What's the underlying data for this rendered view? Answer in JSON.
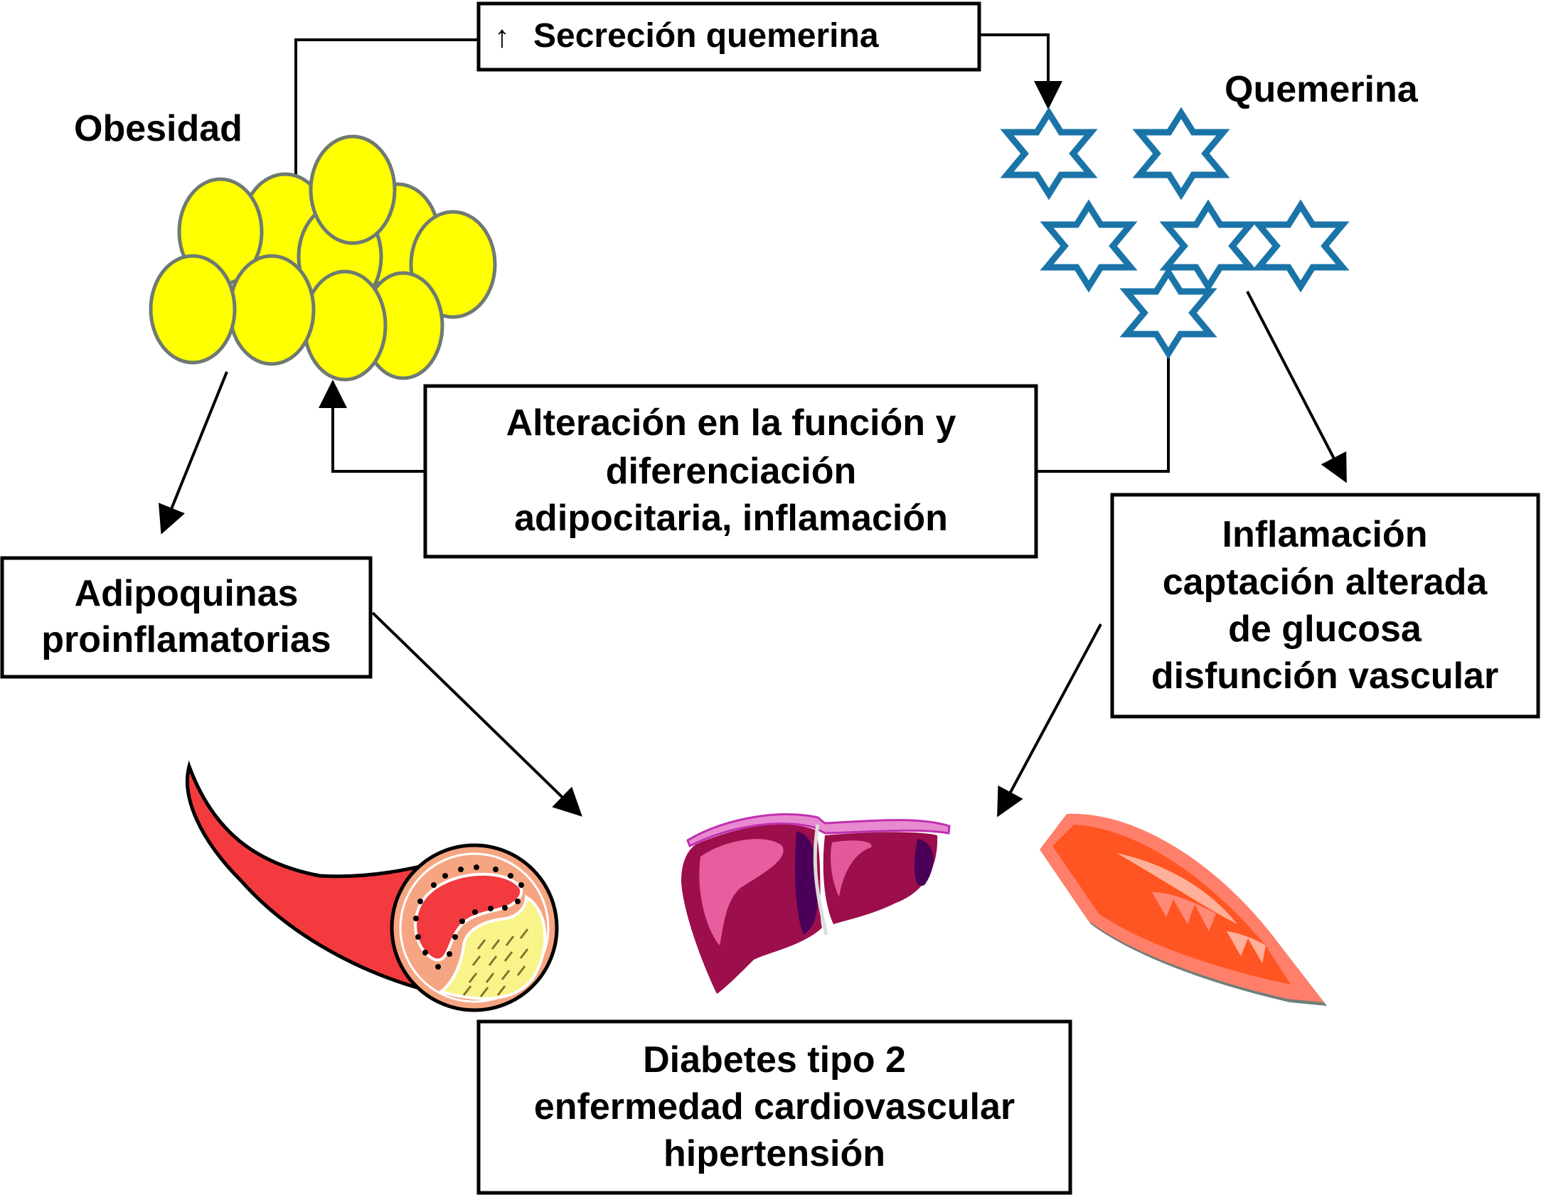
{
  "colors": {
    "adipocyte_fill": "#ffff00",
    "adipocyte_stroke": "#6e7a72",
    "chemerin_star": "#1a74a8",
    "vessel_red": "#f33a3f",
    "vessel_wall": "#f6a582",
    "plaque_yellow": "#f8f48a",
    "liver_main": "#9c0e4c",
    "liver_highlight": "#f067a8",
    "liver_shadow": "#4a0058",
    "muscle_main": "#ff5522",
    "muscle_light": "#ff7f6a"
  },
  "labels": {
    "obesity": "Obesidad",
    "chemerin": "Quemerina"
  },
  "boxes": {
    "secretion": {
      "arrow_glyph": "↑",
      "text": "Secreción quemerina"
    },
    "alteration": {
      "lines": [
        "Alteración en la función y",
        "diferenciación",
        "adipocitaria, inflamación"
      ]
    },
    "adipokines": {
      "lines": [
        "Adipoquinas",
        "proinflamatorias"
      ]
    },
    "inflammation": {
      "lines": [
        "Inflamación",
        "captación alterada",
        "de glucosa",
        "disfunción vascular"
      ]
    },
    "outcomes": {
      "lines": [
        "Diabetes tipo 2",
        "enfermedad cardiovascular",
        "hipertensión"
      ]
    }
  },
  "illustrations": {
    "adipocyte_cluster": "obesity adipocytes",
    "chemerin_molecules": 6,
    "blood_vessel": "atherosclerotic artery cross-section",
    "liver": "liver",
    "muscle": "skeletal muscle"
  },
  "flow": [
    {
      "from": "Obesidad",
      "to": "Secreción quemerina"
    },
    {
      "from": "Secreción quemerina",
      "to": "Quemerina"
    },
    {
      "from": "Quemerina",
      "to": "Alteración en la función y diferenciación adipocitaria, inflamación"
    },
    {
      "from": "Alteración en la función y diferenciación adipocitaria, inflamación",
      "to": "Obesidad"
    },
    {
      "from": "Obesidad",
      "to": "Adipoquinas proinflamatorias"
    },
    {
      "from": "Quemerina",
      "to": "Inflamación captación alterada de glucosa disfunción vascular"
    },
    {
      "from": "Adipoquinas proinflamatorias",
      "to": "Diabetes tipo 2 enfermedad cardiovascular hipertensión"
    },
    {
      "from": "Inflamación captación alterada de glucosa disfunción vascular",
      "to": "Diabetes tipo 2 enfermedad cardiovascular hipertensión"
    }
  ]
}
